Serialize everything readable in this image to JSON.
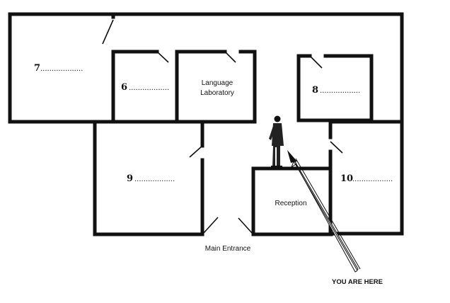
{
  "rooms": {
    "room7": {
      "number": "7",
      "blank": "..................."
    },
    "room6": {
      "number": "6",
      "blank": ".................."
    },
    "room8": {
      "number": "8",
      "blank": ".................."
    },
    "room9": {
      "number": "9",
      "blank": ".................."
    },
    "room10": {
      "number": "10",
      "blank": ".................."
    }
  },
  "labels": {
    "language_lab_line1": "Language",
    "language_lab_line2": "Laboratory",
    "reception": "Reception",
    "main_entrance": "Main Entrance",
    "you_are_here": "YOU ARE HERE"
  },
  "colors": {
    "wall": "#111111",
    "background": "#ffffff"
  }
}
